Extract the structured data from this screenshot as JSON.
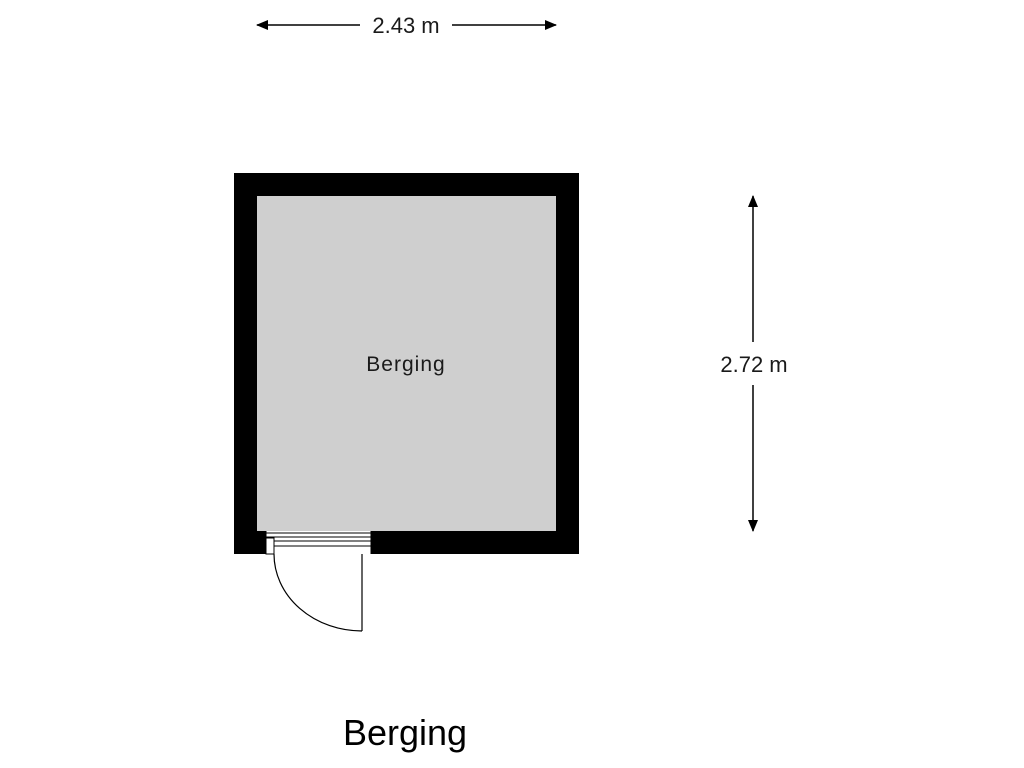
{
  "floorplan": {
    "room_label": "Berging",
    "width_dimension": "2.43 m",
    "height_dimension": "2.72 m",
    "title": "Berging"
  },
  "colors": {
    "wall": "#000000",
    "floor": "#cfcfcf",
    "line": "#000000",
    "background": "#ffffff"
  }
}
